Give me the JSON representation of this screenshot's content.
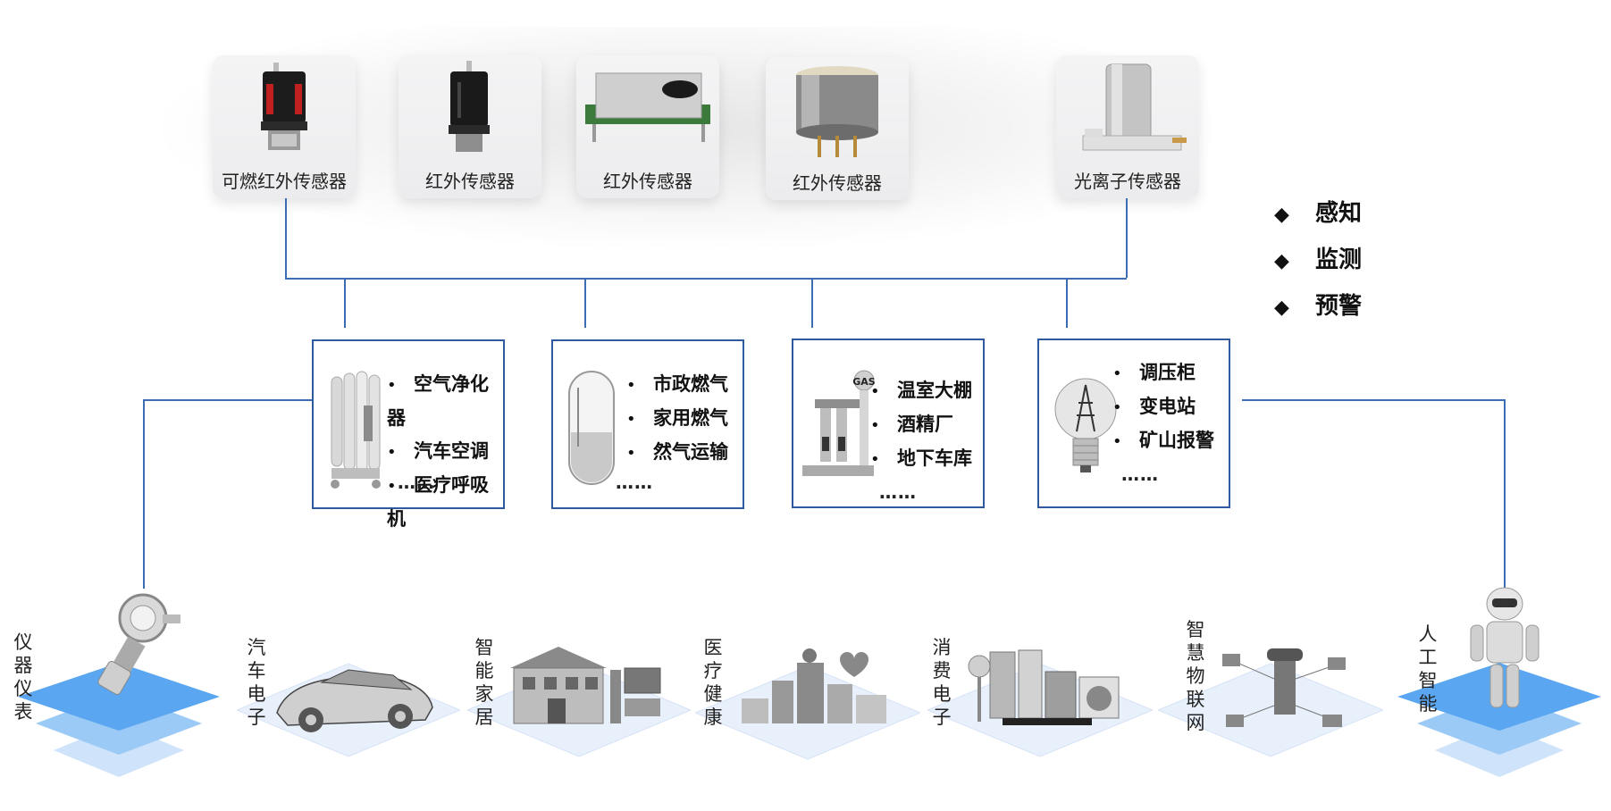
{
  "sensors": [
    {
      "label": "可燃红外传感器"
    },
    {
      "label": "红外传感器"
    },
    {
      "label": "红外传感器"
    },
    {
      "label": "红外传感器"
    },
    {
      "label": "光离子传感器"
    }
  ],
  "legend": [
    {
      "label": "感知"
    },
    {
      "label": "监测"
    },
    {
      "label": "预警"
    }
  ],
  "applications": [
    {
      "items": [
        "空气净化器",
        "汽车空调",
        "医疗呼吸机"
      ],
      "more": "……"
    },
    {
      "items": [
        "市政燃气",
        "家用燃气",
        "然气运输"
      ],
      "more": "……"
    },
    {
      "items": [
        "温室大棚",
        "酒精厂",
        "地下车库"
      ],
      "more": "……",
      "icon_text": "GAS"
    },
    {
      "items": [
        "调压柜",
        "变电站",
        "矿山报警"
      ],
      "more": "……"
    }
  ],
  "industries": [
    {
      "label": "仪器仪表"
    },
    {
      "label": "汽车电子"
    },
    {
      "label": "智能家居"
    },
    {
      "label": "医疗健康"
    },
    {
      "label": "消费电子"
    },
    {
      "label": "智慧物联网"
    },
    {
      "label": "人工智能"
    }
  ],
  "colors": {
    "line": "#3a6db3",
    "box_border": "#2f5aa0",
    "platform_blue": "#5aa6f0",
    "platform_light": "#e8f0fb"
  }
}
